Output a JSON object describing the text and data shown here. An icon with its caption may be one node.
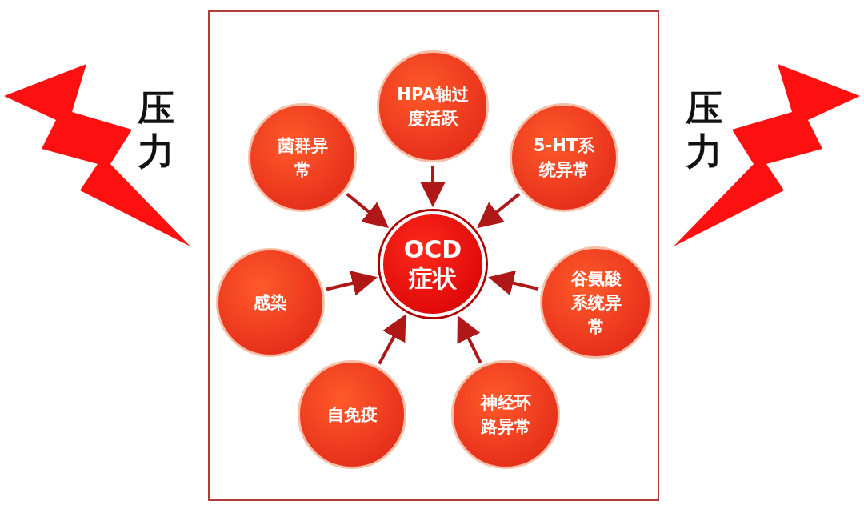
{
  "diagram": {
    "nodes": [
      {
        "text": [
          "HPA轴过度活跃"
        ]
      },
      {
        "text": [
          "菌群异常"
        ]
      },
      {
        "text": [
          "5-HT系统异常"
        ]
      },
      {
        "text": [
          "OCD",
          "症状"
        ]
      },
      {
        "text": [
          "感染"
        ]
      },
      {
        "text": [
          "谷氨酸系统异常"
        ]
      },
      {
        "text": [
          "自免疫"
        ]
      },
      {
        "text": [
          "神经环路异常"
        ]
      }
    ],
    "edges": [
      {
        "from": 0,
        "to": 3,
        "arrow": "to"
      },
      {
        "from": 1,
        "to": 3,
        "arrow": "to"
      },
      {
        "from": 2,
        "to": 3,
        "arrow": "to"
      },
      {
        "from": 4,
        "to": 3,
        "arrow": "to"
      },
      {
        "from": 5,
        "to": 3,
        "arrow": "to"
      },
      {
        "from": 6,
        "to": 3,
        "arrow": "to"
      },
      {
        "from": 7,
        "to": 3,
        "arrow": "to"
      }
    ],
    "labels": [
      "压力",
      "压力"
    ]
  }
}
